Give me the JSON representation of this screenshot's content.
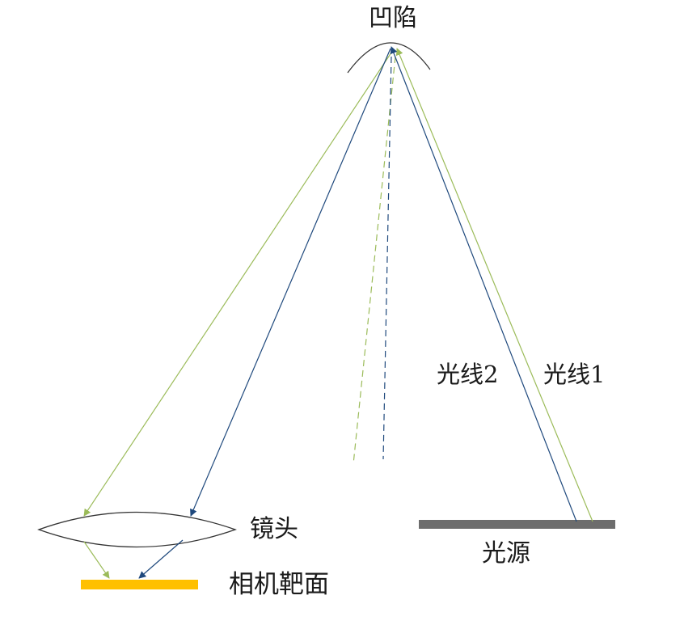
{
  "labels": {
    "dent": "凹陷",
    "ray2": "光线2",
    "ray1": "光线1",
    "lens": "镜头",
    "light_source": "光源",
    "camera_target": "相机靶面"
  },
  "colors": {
    "ray1": "#9bbb59",
    "ray2": "#1f497d",
    "light_source": "#6d6d6d",
    "camera_target": "#ffc000",
    "outline": "#333333"
  }
}
